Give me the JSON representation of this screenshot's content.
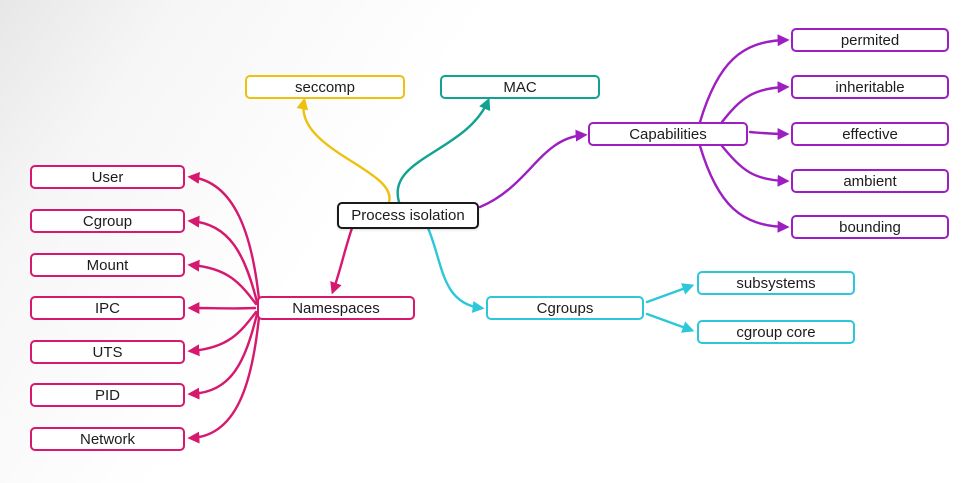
{
  "colors": {
    "yellow": "#eec10e",
    "teal": "#11a392",
    "purple": "#9d1fc1",
    "cyan": "#2cc7d9",
    "pink": "#d6186e",
    "root-border": "#1a1a1a"
  },
  "mindmap": {
    "root": "Process isolation",
    "seccomp": "seccomp",
    "mac": "MAC",
    "capabilities": "Capabilities",
    "capabilities_children": [
      "permited",
      "inheritable",
      "effective",
      "ambient",
      "bounding"
    ],
    "cgroups": "Cgroups",
    "cgroups_children": [
      "subsystems",
      "cgroup core"
    ],
    "namespaces": "Namespaces",
    "namespaces_children": [
      "User",
      "Cgroup",
      "Mount",
      "IPC",
      "UTS",
      "PID",
      "Network"
    ]
  }
}
